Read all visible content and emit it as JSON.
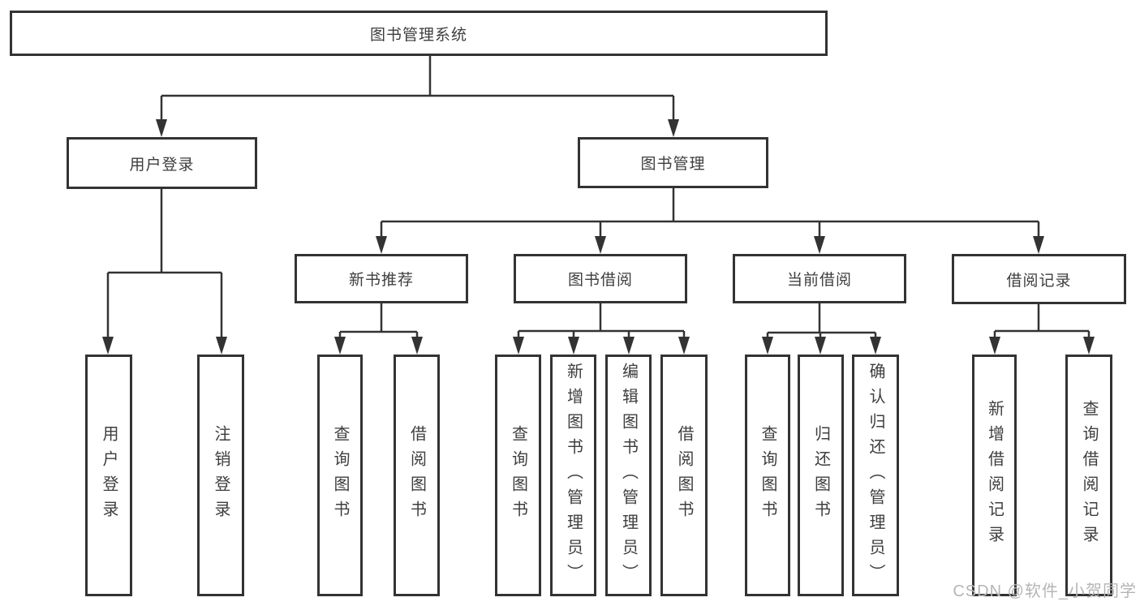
{
  "diagram": {
    "root": {
      "label": "图书管理系统"
    },
    "level2": [
      {
        "label": "用户登录"
      },
      {
        "label": "图书管理"
      }
    ],
    "level3": [
      {
        "label": "新书推荐"
      },
      {
        "label": "图书借阅"
      },
      {
        "label": "当前借阅"
      },
      {
        "label": "借阅记录"
      }
    ],
    "leaves": [
      {
        "label": "用户登录"
      },
      {
        "label": "注销登录"
      },
      {
        "label": "查询图书"
      },
      {
        "label": "借阅图书"
      },
      {
        "label": "查询图书"
      },
      {
        "label": "新增图书（管理员）"
      },
      {
        "label": "编辑图书（管理员）"
      },
      {
        "label": "借阅图书"
      },
      {
        "label": "查询图书"
      },
      {
        "label": "归还图书"
      },
      {
        "label": "确认归还（管理员）"
      },
      {
        "label": "新增借阅记录"
      },
      {
        "label": "查询借阅记录"
      }
    ]
  },
  "colors": {
    "line": "#333333",
    "text": "#3e3e3e",
    "box_background": "#ffffff",
    "page_background": "#ffffff",
    "watermark": "#b5b5b5"
  },
  "watermark": {
    "text": "CSDN @软件_小贺同学"
  }
}
